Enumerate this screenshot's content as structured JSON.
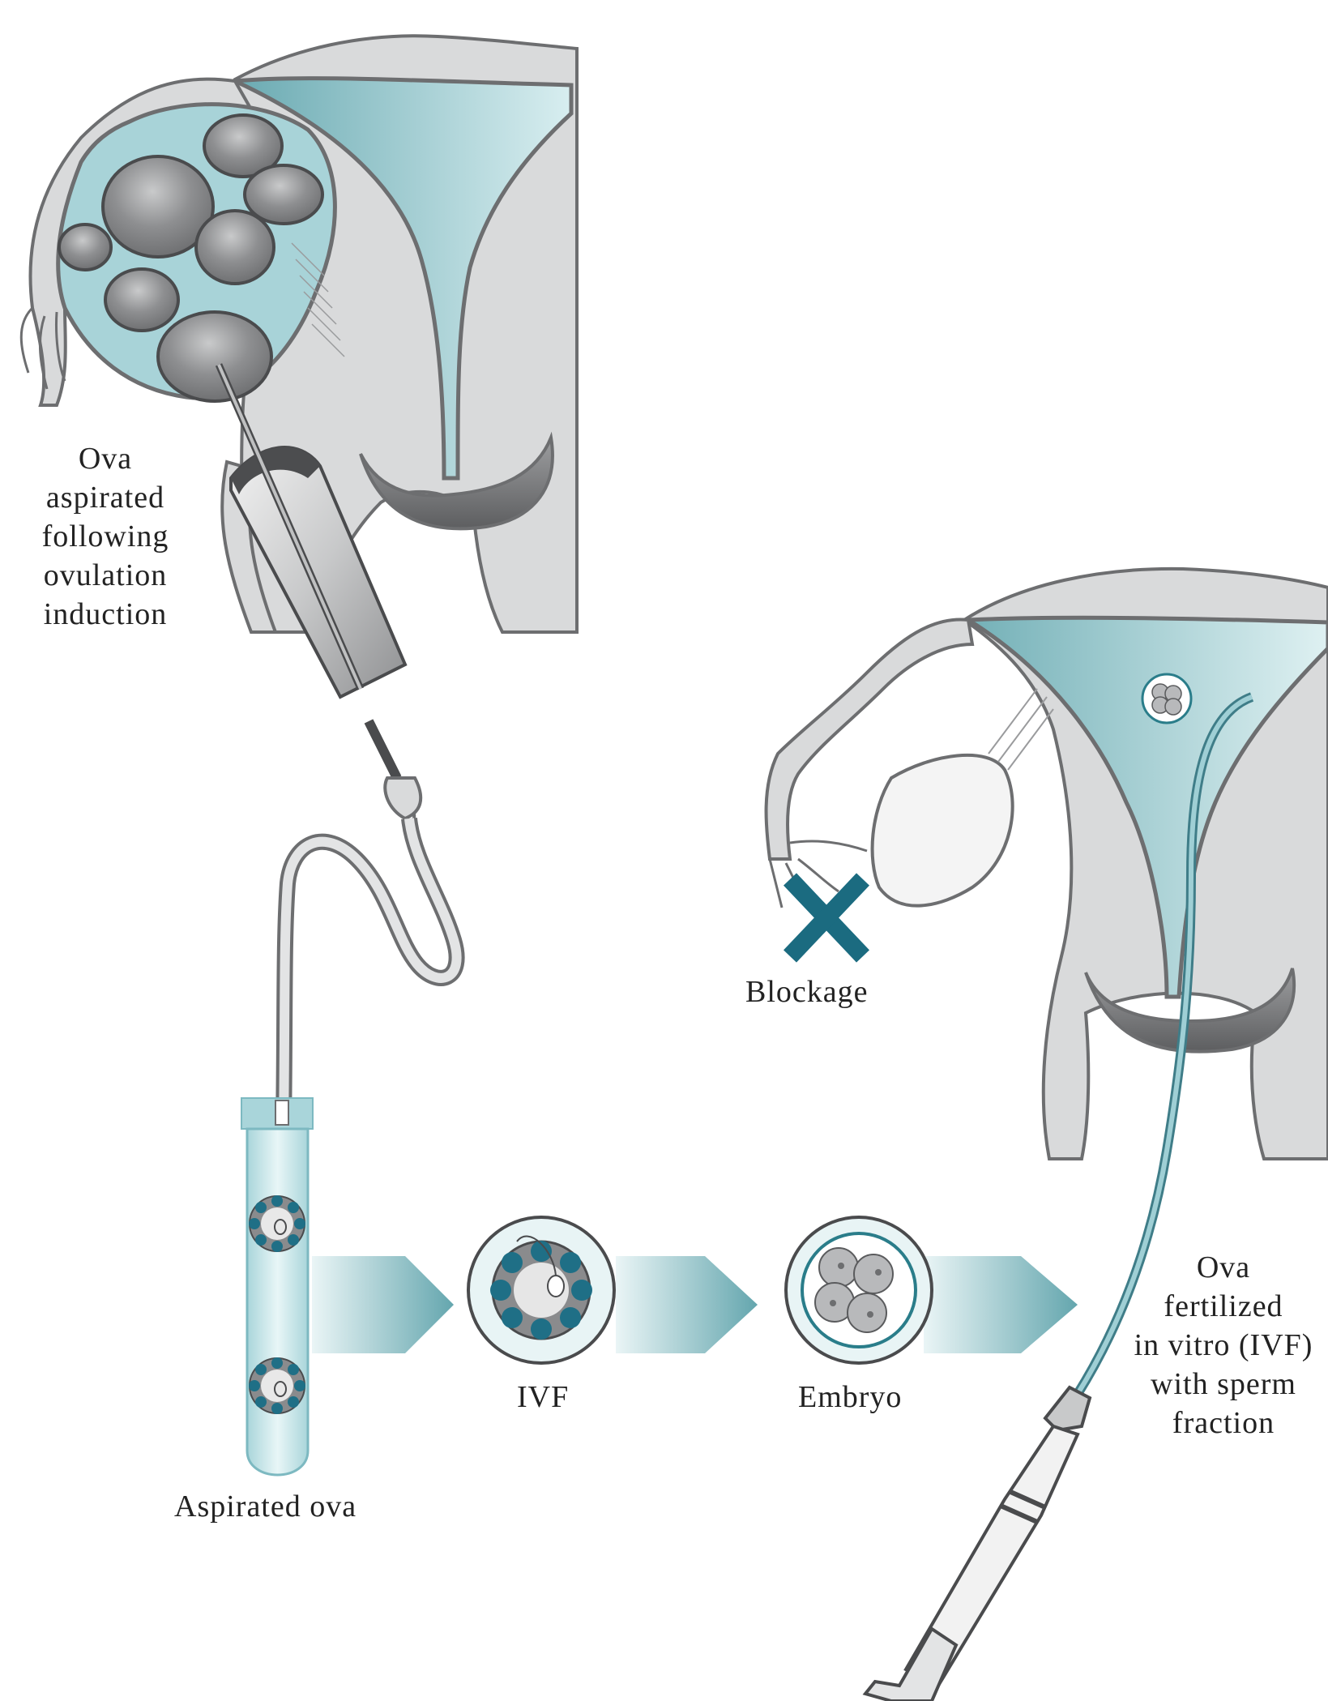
{
  "labels": {
    "ova_aspirated": [
      "Ova",
      "aspirated",
      "following",
      "ovulation",
      "induction"
    ],
    "blockage": "Blockage",
    "aspirated_ova": "Aspirated ova",
    "ivf": "IVF",
    "embryo": "Embryo",
    "ova_fertilized": [
      "Ova",
      "fertilized",
      "in vitro (IVF)",
      "with sperm",
      "fraction"
    ]
  },
  "colors": {
    "tissue": "#d9dadb",
    "tissue_outline": "#6d6e70",
    "cavity_dark": "#6aaab2",
    "cavity_light": "#d5ecee",
    "follicle": "#8a8b8d",
    "ovum_blue": "#1f6f86",
    "blockage_x": "#1b6b80",
    "arrow_dark": "#6aa9b1",
    "arrow_light": "#e7f3f4"
  }
}
